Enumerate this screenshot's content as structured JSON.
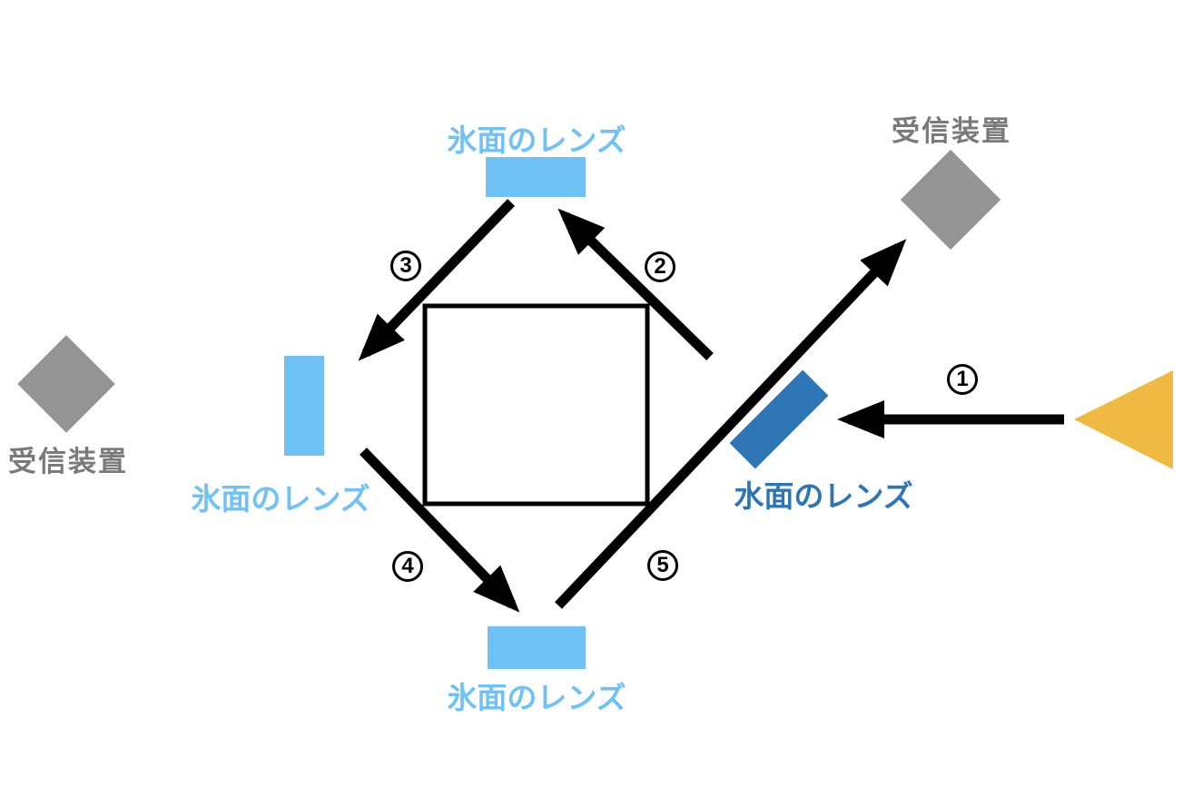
{
  "colors": {
    "ice_lens_blue": "#6FC1F6",
    "water_lens_blue": "#2E75B5",
    "receiver_gray": "#949494",
    "receiver_text_gray": "#7A7A7A",
    "light_source_yellow": "#EFB942",
    "line_black": "#000000"
  },
  "nodes": {
    "ice_lens_top": {
      "label": "氷面のレンズ"
    },
    "ice_lens_left": {
      "label": "氷面のレンズ"
    },
    "ice_lens_bottom": {
      "label": "氷面のレンズ"
    },
    "water_lens": {
      "label": "水面のレンズ"
    },
    "receiver_top_right": {
      "label": "受信装置"
    },
    "receiver_left": {
      "label": "受信装置"
    }
  },
  "steps": [
    {
      "number": "1"
    },
    {
      "number": "2"
    },
    {
      "number": "3"
    },
    {
      "number": "4"
    },
    {
      "number": "5"
    }
  ],
  "arrows": [
    {
      "step": "1",
      "tip_points_to": "water_lens"
    },
    {
      "step": "2",
      "tip_points_to": "ice_lens_top"
    },
    {
      "step": "3",
      "tip_points_to": "ice_lens_left"
    },
    {
      "step": "4",
      "tip_points_to": "ice_lens_bottom"
    },
    {
      "step": "5",
      "tip_points_to": "receiver_top_right"
    }
  ]
}
